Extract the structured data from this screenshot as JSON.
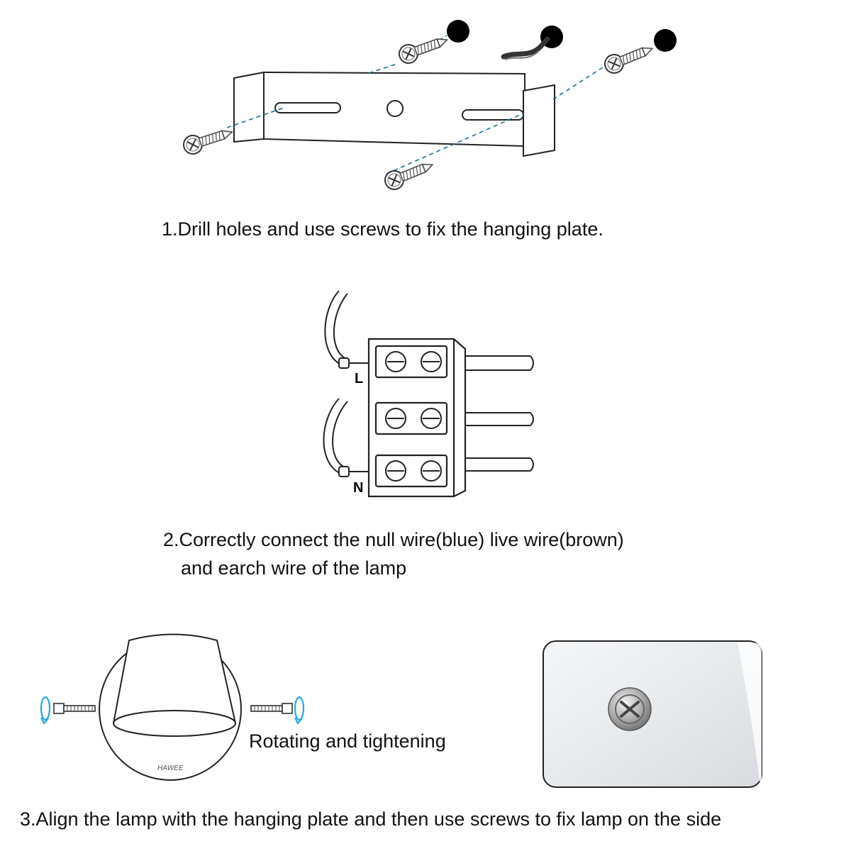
{
  "step1": {
    "caption": "1.Drill holes and use screws to fix the hanging plate."
  },
  "step2": {
    "caption_line1": "2.Correctly connect the null wire(blue) live wire(brown)",
    "caption_line2": "and earch wire of the lamp",
    "label_live": "L",
    "label_null": "N"
  },
  "step3": {
    "rotate_label": "Rotating and tightening",
    "brand": "HAWEE",
    "caption": "3.Align the lamp with the hanging plate and then use screws to fix lamp on the side"
  },
  "colors": {
    "line": "#222222",
    "guide": "#1d6f8f",
    "rotate_arrow": "#29a9d6",
    "photo_bg": "#e9ecef"
  },
  "icons": [
    "screw-icon",
    "drill-hole-icon",
    "wall-wire-icon",
    "terminal-block-icon",
    "rotate-arrow-icon",
    "lamp-shade-icon",
    "screw-head-photo"
  ]
}
